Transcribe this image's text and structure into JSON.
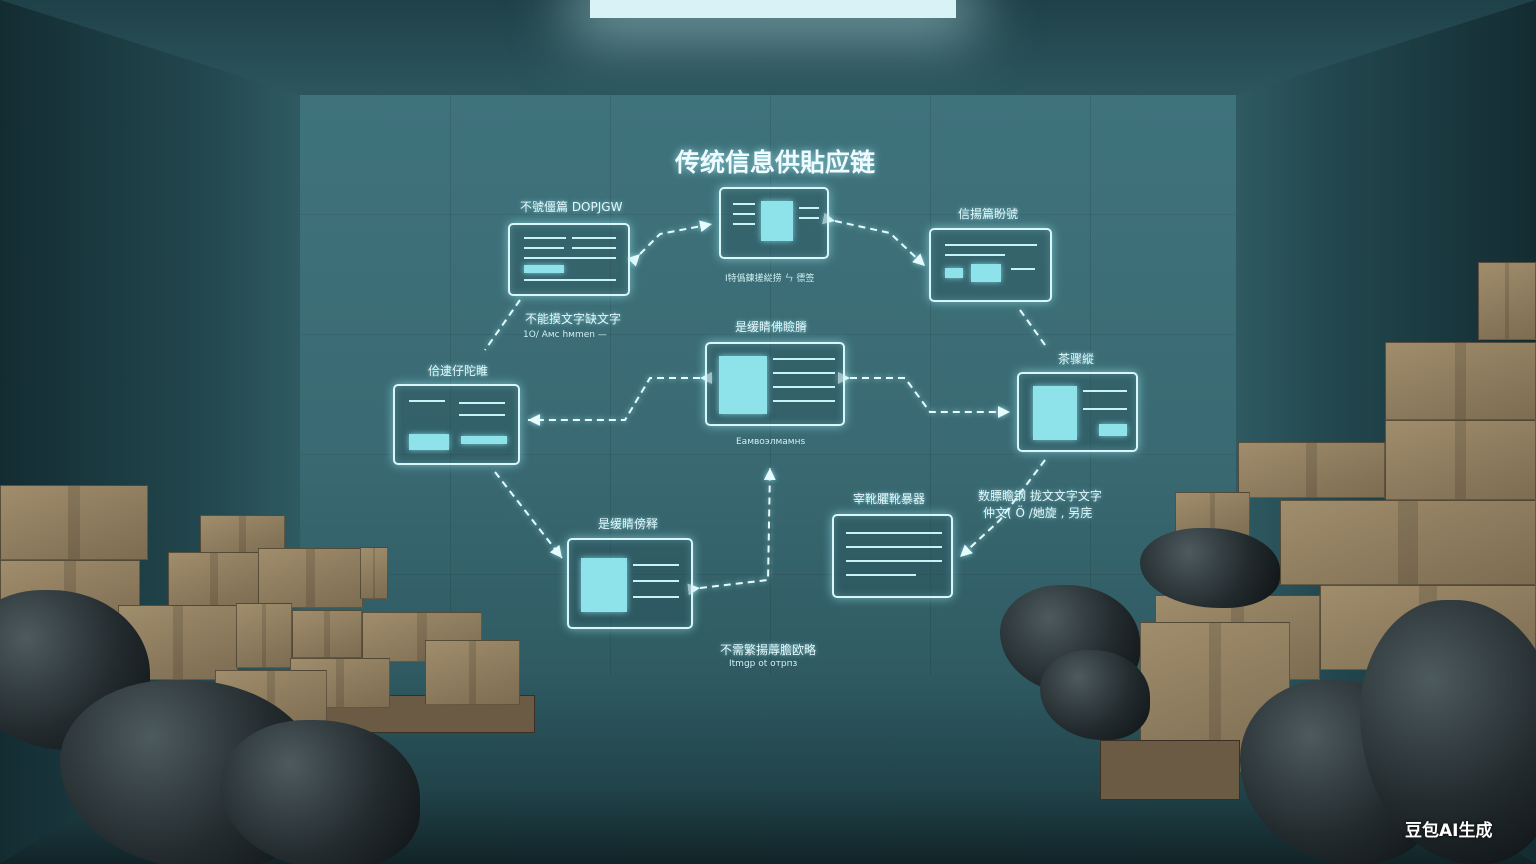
{
  "diagram": {
    "title": "传统信息供貼应链",
    "nodes": [
      {
        "label": "不號僵篇 DOPJGW",
        "caption": "",
        "sub": ""
      },
      {
        "label": "",
        "caption": "I特僞鍊搓緃捞 ㄣ 徱签",
        "sub": ""
      },
      {
        "label": "信揚篇盼號",
        "caption": "",
        "sub": ""
      },
      {
        "label": "佮逮仔陀睢",
        "caption": "不能摸文字缺文字",
        "sub": "1O/ Aмс hмmen —"
      },
      {
        "label": "是缓睛佛瞼膌",
        "caption": "Eамвоэлмамнs",
        "sub": ""
      },
      {
        "label": "茶骤縱",
        "caption": "",
        "sub": ""
      },
      {
        "label": "是缓睛傍释",
        "caption": "",
        "sub": ""
      },
      {
        "label": "宰靴臞靴暴器",
        "caption": "",
        "sub": ""
      },
      {
        "label": "数膘瞻钢 拢文文字文字",
        "caption": "仲文( Ö /她旋 , 另庑",
        "sub": ""
      },
      {
        "label": "",
        "caption": "不需繁揚蓐膽欧略",
        "sub": "Itmgp ot отрпз"
      }
    ]
  },
  "watermark": "豆包AI生成"
}
